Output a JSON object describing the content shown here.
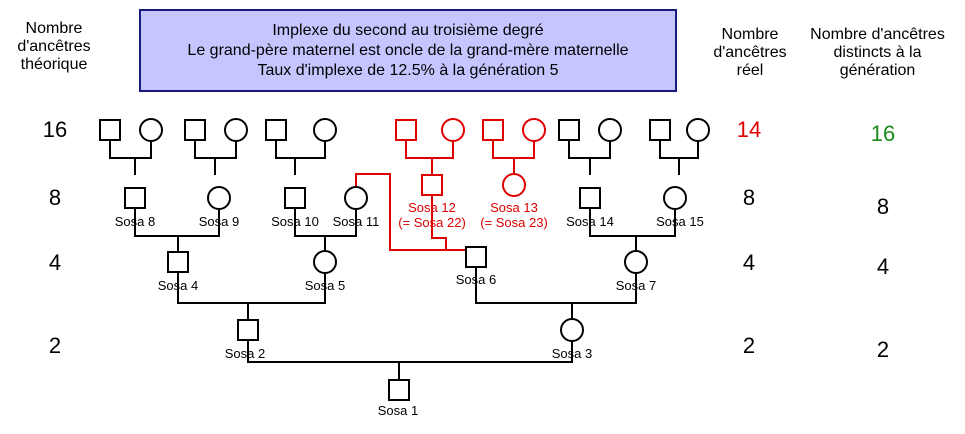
{
  "headers": {
    "theoretical": "Nombre\nd'ancêtres\nthéorique",
    "real": "Nombre\nd'ancêtres\nréel",
    "distinct": "Nombre d'ancêtres\ndistincts à la\ngénération"
  },
  "title": {
    "line1": "Implexe du second au troisième degré",
    "line2": "Le grand-père maternel est oncle de la grand-mère maternelle",
    "line3": "Taux d'implexe de 12.5% à la génération 5"
  },
  "rows": [
    {
      "theoretical": "16",
      "real": "14",
      "distinct": "16"
    },
    {
      "theoretical": "8",
      "real": "8",
      "distinct": "8"
    },
    {
      "theoretical": "4",
      "real": "4",
      "distinct": "4"
    },
    {
      "theoretical": "2",
      "real": "2",
      "distinct": "2"
    }
  ],
  "colors": {
    "normal": "#000000",
    "implex": "#e00000",
    "distinct": "#1a8a1a",
    "title_bg": "#c5c5ff",
    "title_border": "#1a1a7a"
  },
  "persons": [
    {
      "id": "s8",
      "shape": "square",
      "label": "Sosa 8",
      "implex": false
    },
    {
      "id": "s9",
      "shape": "circle",
      "label": "Sosa 9",
      "implex": false
    },
    {
      "id": "s10",
      "shape": "square",
      "label": "Sosa 10",
      "implex": false
    },
    {
      "id": "s11",
      "shape": "circle",
      "label": "Sosa 11",
      "implex": false
    },
    {
      "id": "s12",
      "shape": "square",
      "label": "Sosa  12",
      "label2": "(= Sosa 22)",
      "implex": true
    },
    {
      "id": "s13",
      "shape": "circle",
      "label": "Sosa  13",
      "label2": "(= Sosa 23)",
      "implex": true
    },
    {
      "id": "s14",
      "shape": "square",
      "label": "Sosa 14",
      "implex": false
    },
    {
      "id": "s15",
      "shape": "circle",
      "label": "Sosa 15",
      "implex": false
    },
    {
      "id": "s4",
      "shape": "square",
      "label": "Sosa 4",
      "implex": false
    },
    {
      "id": "s5",
      "shape": "circle",
      "label": "Sosa 5",
      "implex": false
    },
    {
      "id": "s6",
      "shape": "square",
      "label": "Sosa 6",
      "implex": false
    },
    {
      "id": "s7",
      "shape": "circle",
      "label": "Sosa 7",
      "implex": false
    },
    {
      "id": "s2",
      "shape": "square",
      "label": "Sosa 2",
      "implex": false
    },
    {
      "id": "s3",
      "shape": "circle",
      "label": "Sosa 3",
      "implex": false
    },
    {
      "id": "s1",
      "shape": "square",
      "label": "Sosa 1",
      "implex": false
    }
  ],
  "gen16": [
    {
      "shape": "square",
      "implex": false
    },
    {
      "shape": "circle",
      "implex": false
    },
    {
      "shape": "square",
      "implex": false
    },
    {
      "shape": "circle",
      "implex": false
    },
    {
      "shape": "square",
      "implex": false
    },
    {
      "shape": "circle",
      "implex": false
    },
    {
      "shape": "square",
      "implex": true
    },
    {
      "shape": "circle",
      "implex": true
    },
    {
      "shape": "square",
      "implex": true
    },
    {
      "shape": "circle",
      "implex": true
    },
    {
      "shape": "square",
      "implex": false
    },
    {
      "shape": "circle",
      "implex": false
    },
    {
      "shape": "square",
      "implex": false
    },
    {
      "shape": "circle",
      "implex": false
    }
  ]
}
